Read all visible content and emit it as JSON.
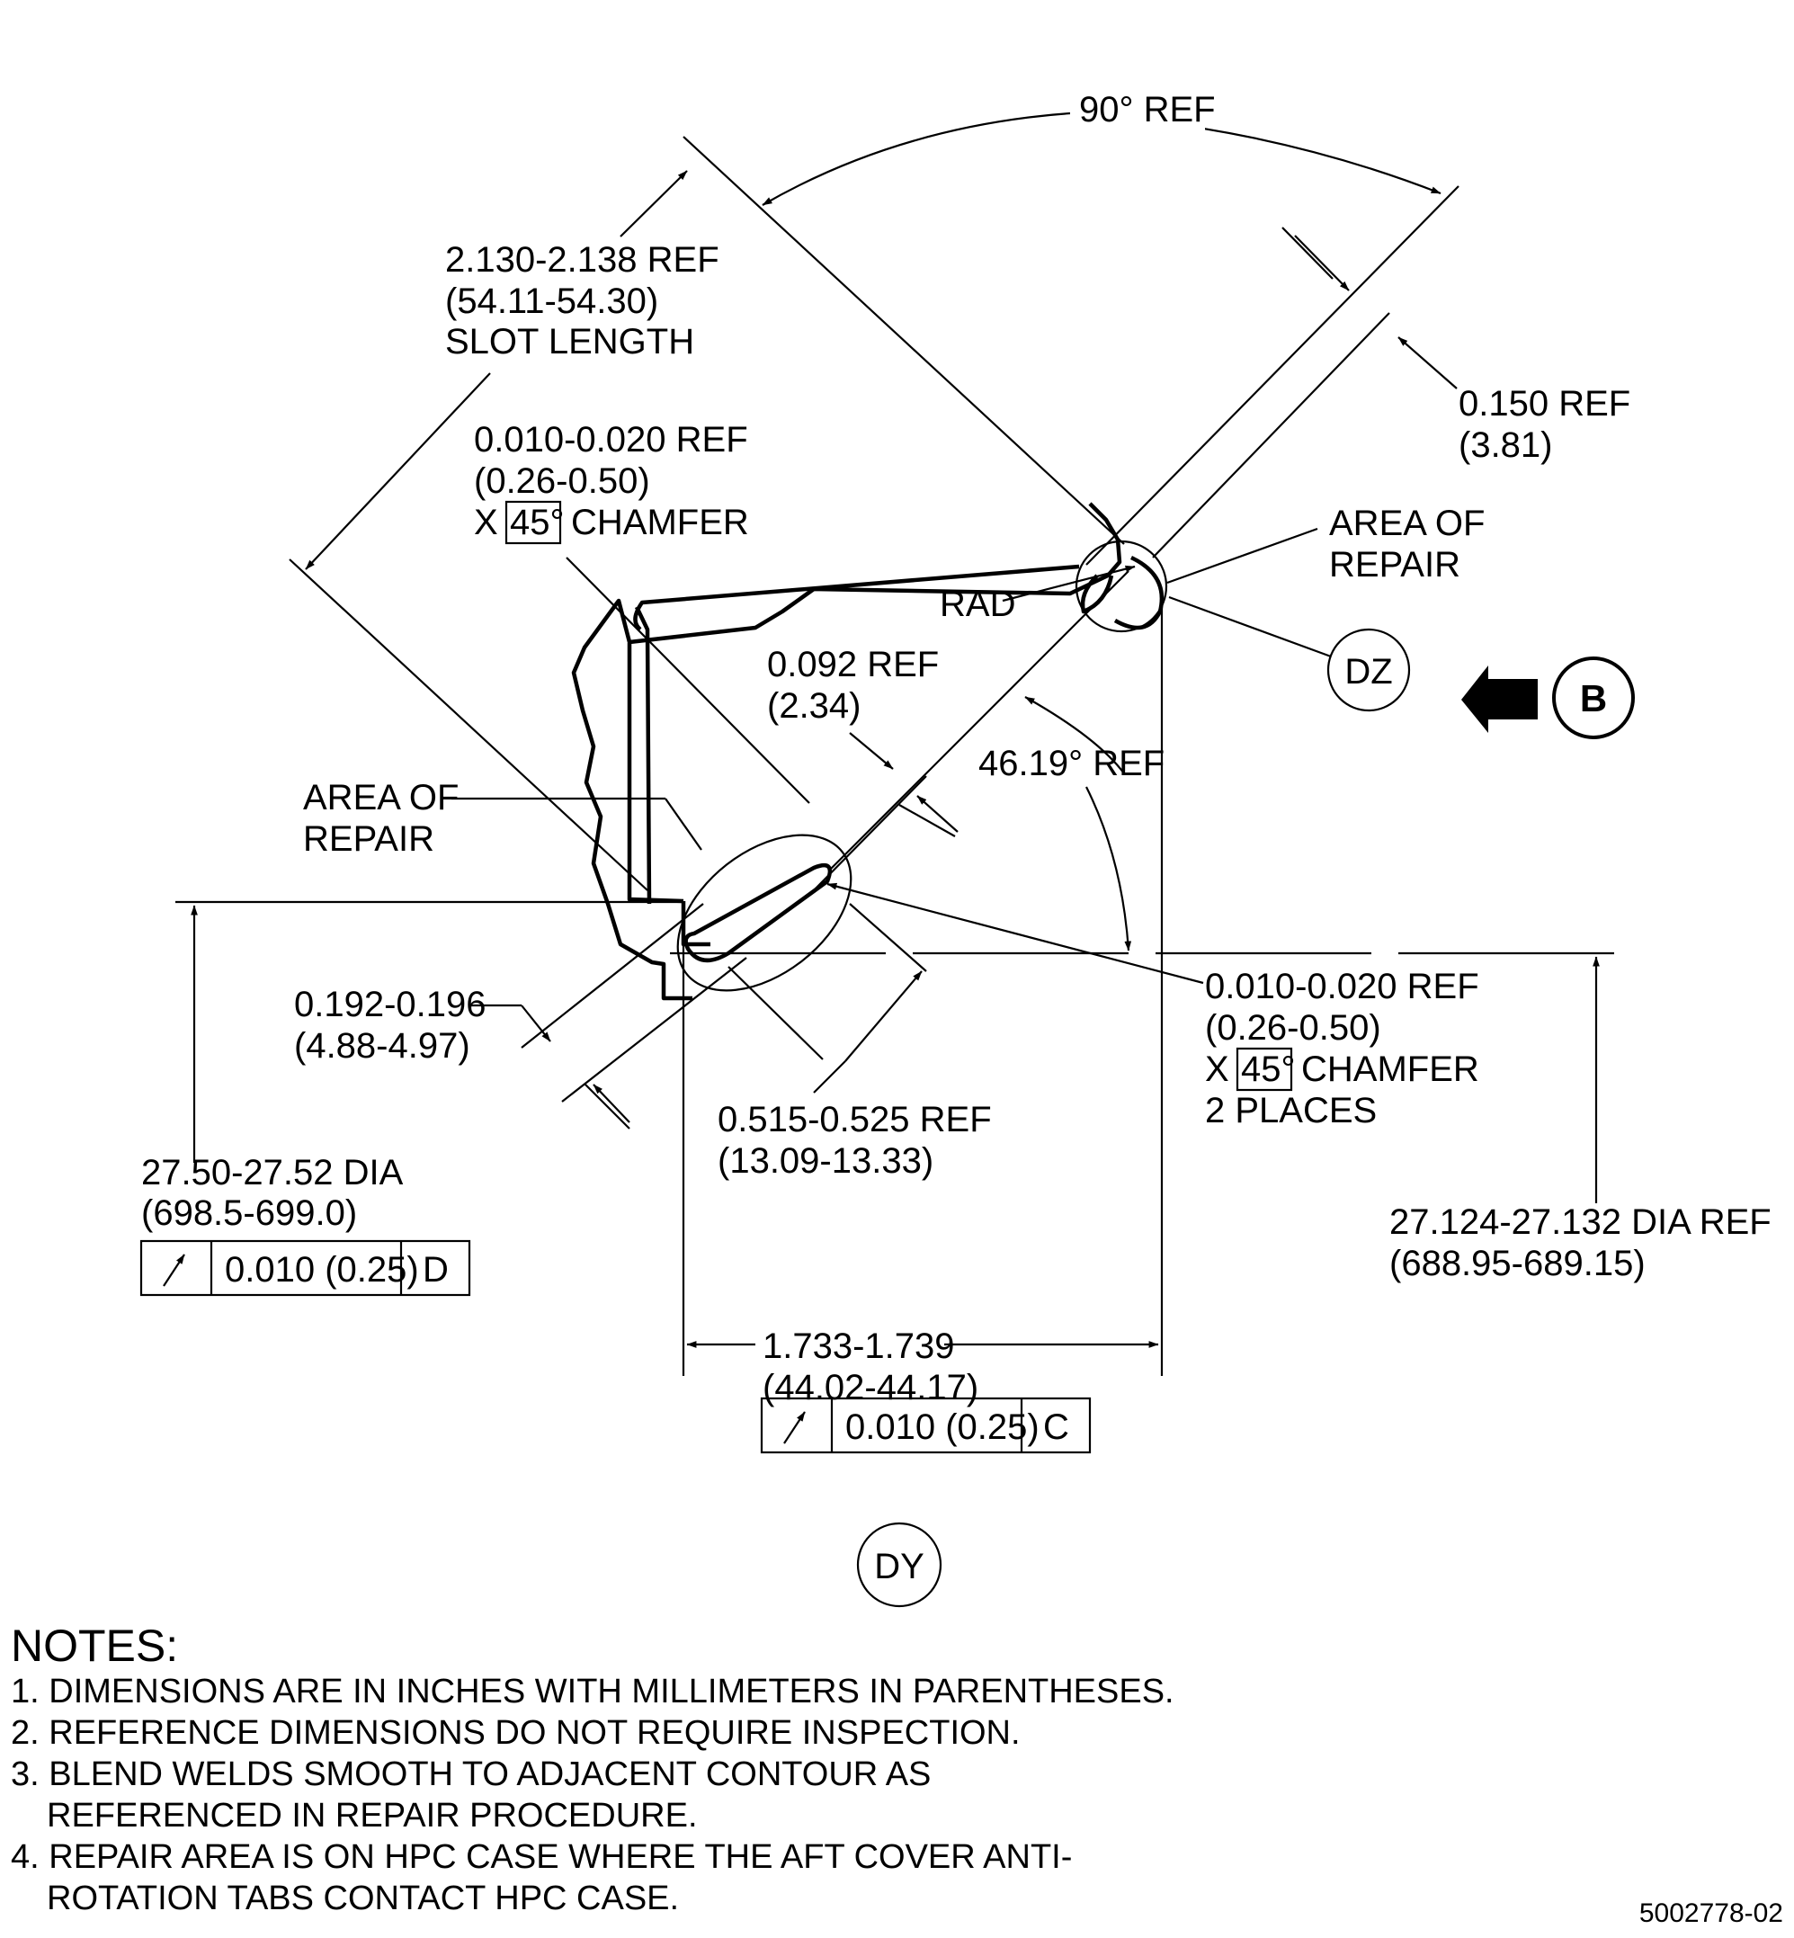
{
  "dimensions": {
    "angle_90": "90° REF",
    "slot_length": [
      "2.130-2.138 REF",
      "(54.11-54.30)",
      "SLOT LENGTH"
    ],
    "dim_0150": [
      "0.150 REF",
      "(3.81)"
    ],
    "chamfer_upper": [
      "0.010-0.020 REF",
      "(0.26-0.50)",
      "X",
      "45°",
      "CHAMFER"
    ],
    "area_of_repair_right": [
      "AREA OF",
      "REPAIR"
    ],
    "rad": "RAD",
    "dim_0092": [
      "0.092 REF",
      "(2.34)"
    ],
    "angle_4619": "46.19° REF",
    "area_of_repair_left": [
      "AREA OF",
      "REPAIR"
    ],
    "dim_0192": [
      "0.192-0.196",
      "(4.88-4.97)"
    ],
    "chamfer_lower": [
      "0.010-0.020 REF",
      "(0.26-0.50)",
      "X",
      "45°",
      "CHAMFER",
      "2 PLACES"
    ],
    "dim_0515": [
      "0.515-0.525 REF",
      "(13.09-13.33)"
    ],
    "dia_2750": [
      "27.50-27.52 DIA",
      "(698.5-699.0)"
    ],
    "dia_27124": [
      "27.124-27.132 DIA REF",
      "(688.95-689.15)"
    ],
    "dim_1733": [
      "1.733-1.739",
      "(44.02-44.17)"
    ]
  },
  "feature_control_frames": {
    "left": {
      "tolerance": "0.010 (0.25)",
      "datum": "D",
      "symbol": "runout-icon"
    },
    "bottom": {
      "tolerance": "0.010 (0.25)",
      "datum": "C",
      "symbol": "runout-icon"
    }
  },
  "callouts": {
    "dz": "DZ",
    "dy": "DY",
    "view_b": "B"
  },
  "notes": {
    "title": "NOTES:",
    "items": [
      "1. DIMENSIONS ARE IN INCHES WITH MILLIMETERS IN PARENTHESES.",
      "2. REFERENCE DIMENSIONS DO NOT REQUIRE INSPECTION.",
      "3. BLEND WELDS SMOOTH TO ADJACENT CONTOUR AS REFERENCED IN REPAIR PROCEDURE.",
      "4. REPAIR AREA IS ON HPC CASE WHERE THE AFT COVER ANTI-ROTATION TABS CONTACT HPC CASE."
    ]
  },
  "drawing_number": "5002778-02"
}
